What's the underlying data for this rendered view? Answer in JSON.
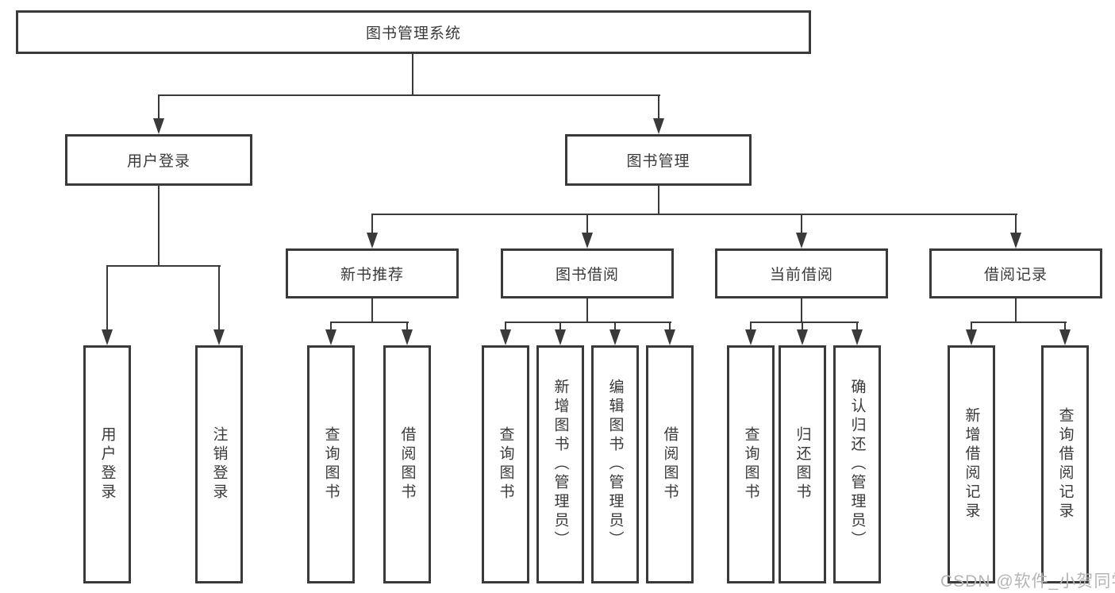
{
  "tree": {
    "root": {
      "label": "图书管理系统",
      "children": [
        {
          "label": "用户登录",
          "children": [
            {
              "label": "用户登录"
            },
            {
              "label": "注销登录"
            }
          ]
        },
        {
          "label": "图书管理",
          "children": [
            {
              "label": "新书推荐",
              "children": [
                {
                  "label": "查询图书"
                },
                {
                  "label": "借阅图书"
                }
              ]
            },
            {
              "label": "图书借阅",
              "children": [
                {
                  "label": "查询图书"
                },
                {
                  "label": "新增图书（管理员）"
                },
                {
                  "label": "编辑图书（管理员）"
                },
                {
                  "label": "借阅图书"
                }
              ]
            },
            {
              "label": "当前借阅",
              "children": [
                {
                  "label": "查询图书"
                },
                {
                  "label": "归还图书"
                },
                {
                  "label": "确认归还（管理员）"
                }
              ]
            },
            {
              "label": "借阅记录",
              "children": [
                {
                  "label": "新增借阅记录"
                },
                {
                  "label": "查询借阅记录"
                }
              ]
            }
          ]
        }
      ]
    }
  },
  "watermark": {
    "text": "CSDN @软件_小贺同学"
  },
  "colors": {
    "line": "#3a3a3a",
    "text": "#3a3a3a",
    "bg": "#ffffff",
    "watermark": "#b5b5b6"
  }
}
